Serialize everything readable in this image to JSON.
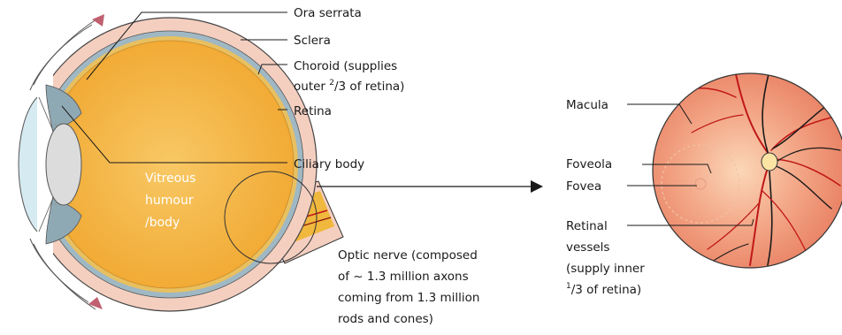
{
  "labels": {
    "ora_serrata": "Ora serrata",
    "sclera": "Sclera",
    "choroid_line1": "Choroid (supplies",
    "choroid_line2_pre": "outer ",
    "choroid_line2_sup": "2",
    "choroid_line2_post": "/3 of retina)",
    "retina": "Retina",
    "ciliary_body": "Ciliary body",
    "vitreous_line1": "Vitreous",
    "vitreous_line2": "humour",
    "vitreous_line3": "/body",
    "optic_line1": "Optic nerve (composed",
    "optic_line2": "of ~ 1.3 million axons",
    "optic_line3": "coming from 1.3 million",
    "optic_line4": "rods and cones)",
    "macula": "Macula",
    "foveola": "Foveola",
    "fovea": "Fovea",
    "retinal_line1": "Retinal",
    "retinal_line2": "vessels",
    "retinal_line3": "(supply inner",
    "retinal_line4_sup": "1",
    "retinal_line4_post": "/3 of retina)"
  },
  "colors": {
    "sclera": "#f4cfc0",
    "choroid": "#9fb8c4",
    "retina": "#e8c060",
    "vitreous": "#f3b23c",
    "fundus": "#e9846a",
    "vessel": "#c01818",
    "ciliary": "#8fa9b4",
    "lens": "#dcdcdc"
  }
}
